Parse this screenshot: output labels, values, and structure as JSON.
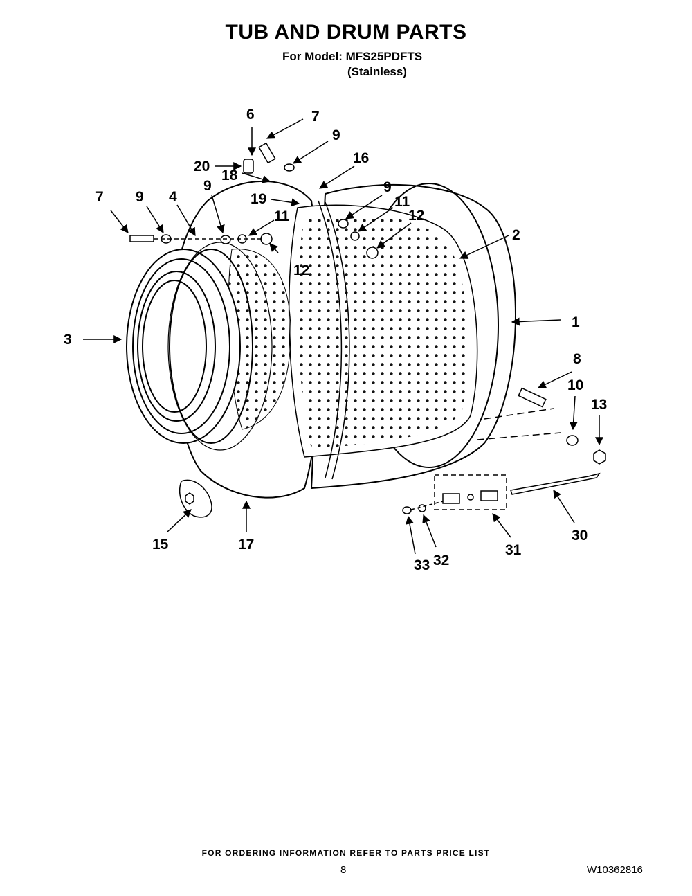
{
  "header": {
    "title": "TUB AND DRUM PARTS",
    "model_line": "For Model: MFS25PDFTS",
    "variant": "(Stainless)"
  },
  "callouts": [
    "1",
    "2",
    "3",
    "4",
    "6",
    "7",
    "7",
    "8",
    "9",
    "9",
    "9",
    "9",
    "10",
    "11",
    "11",
    "12",
    "12",
    "13",
    "15",
    "16",
    "17",
    "18",
    "19",
    "20",
    "30",
    "31",
    "32",
    "33"
  ],
  "footer": {
    "ordering_note": "FOR ORDERING INFORMATION REFER TO PARTS PRICE LIST",
    "page_number": "8",
    "document_number": "W10362816"
  }
}
